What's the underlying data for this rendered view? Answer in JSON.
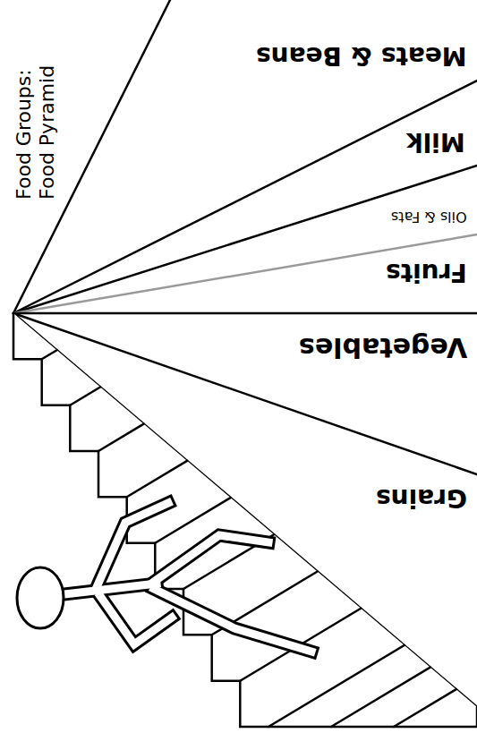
{
  "diagram": {
    "title": "Food Groups: Food Pyramid",
    "labels": [
      "Meats & Beans",
      "Milk",
      "Oils & Fats",
      "Fruits",
      "Vegetables",
      "Grains"
    ]
  }
}
